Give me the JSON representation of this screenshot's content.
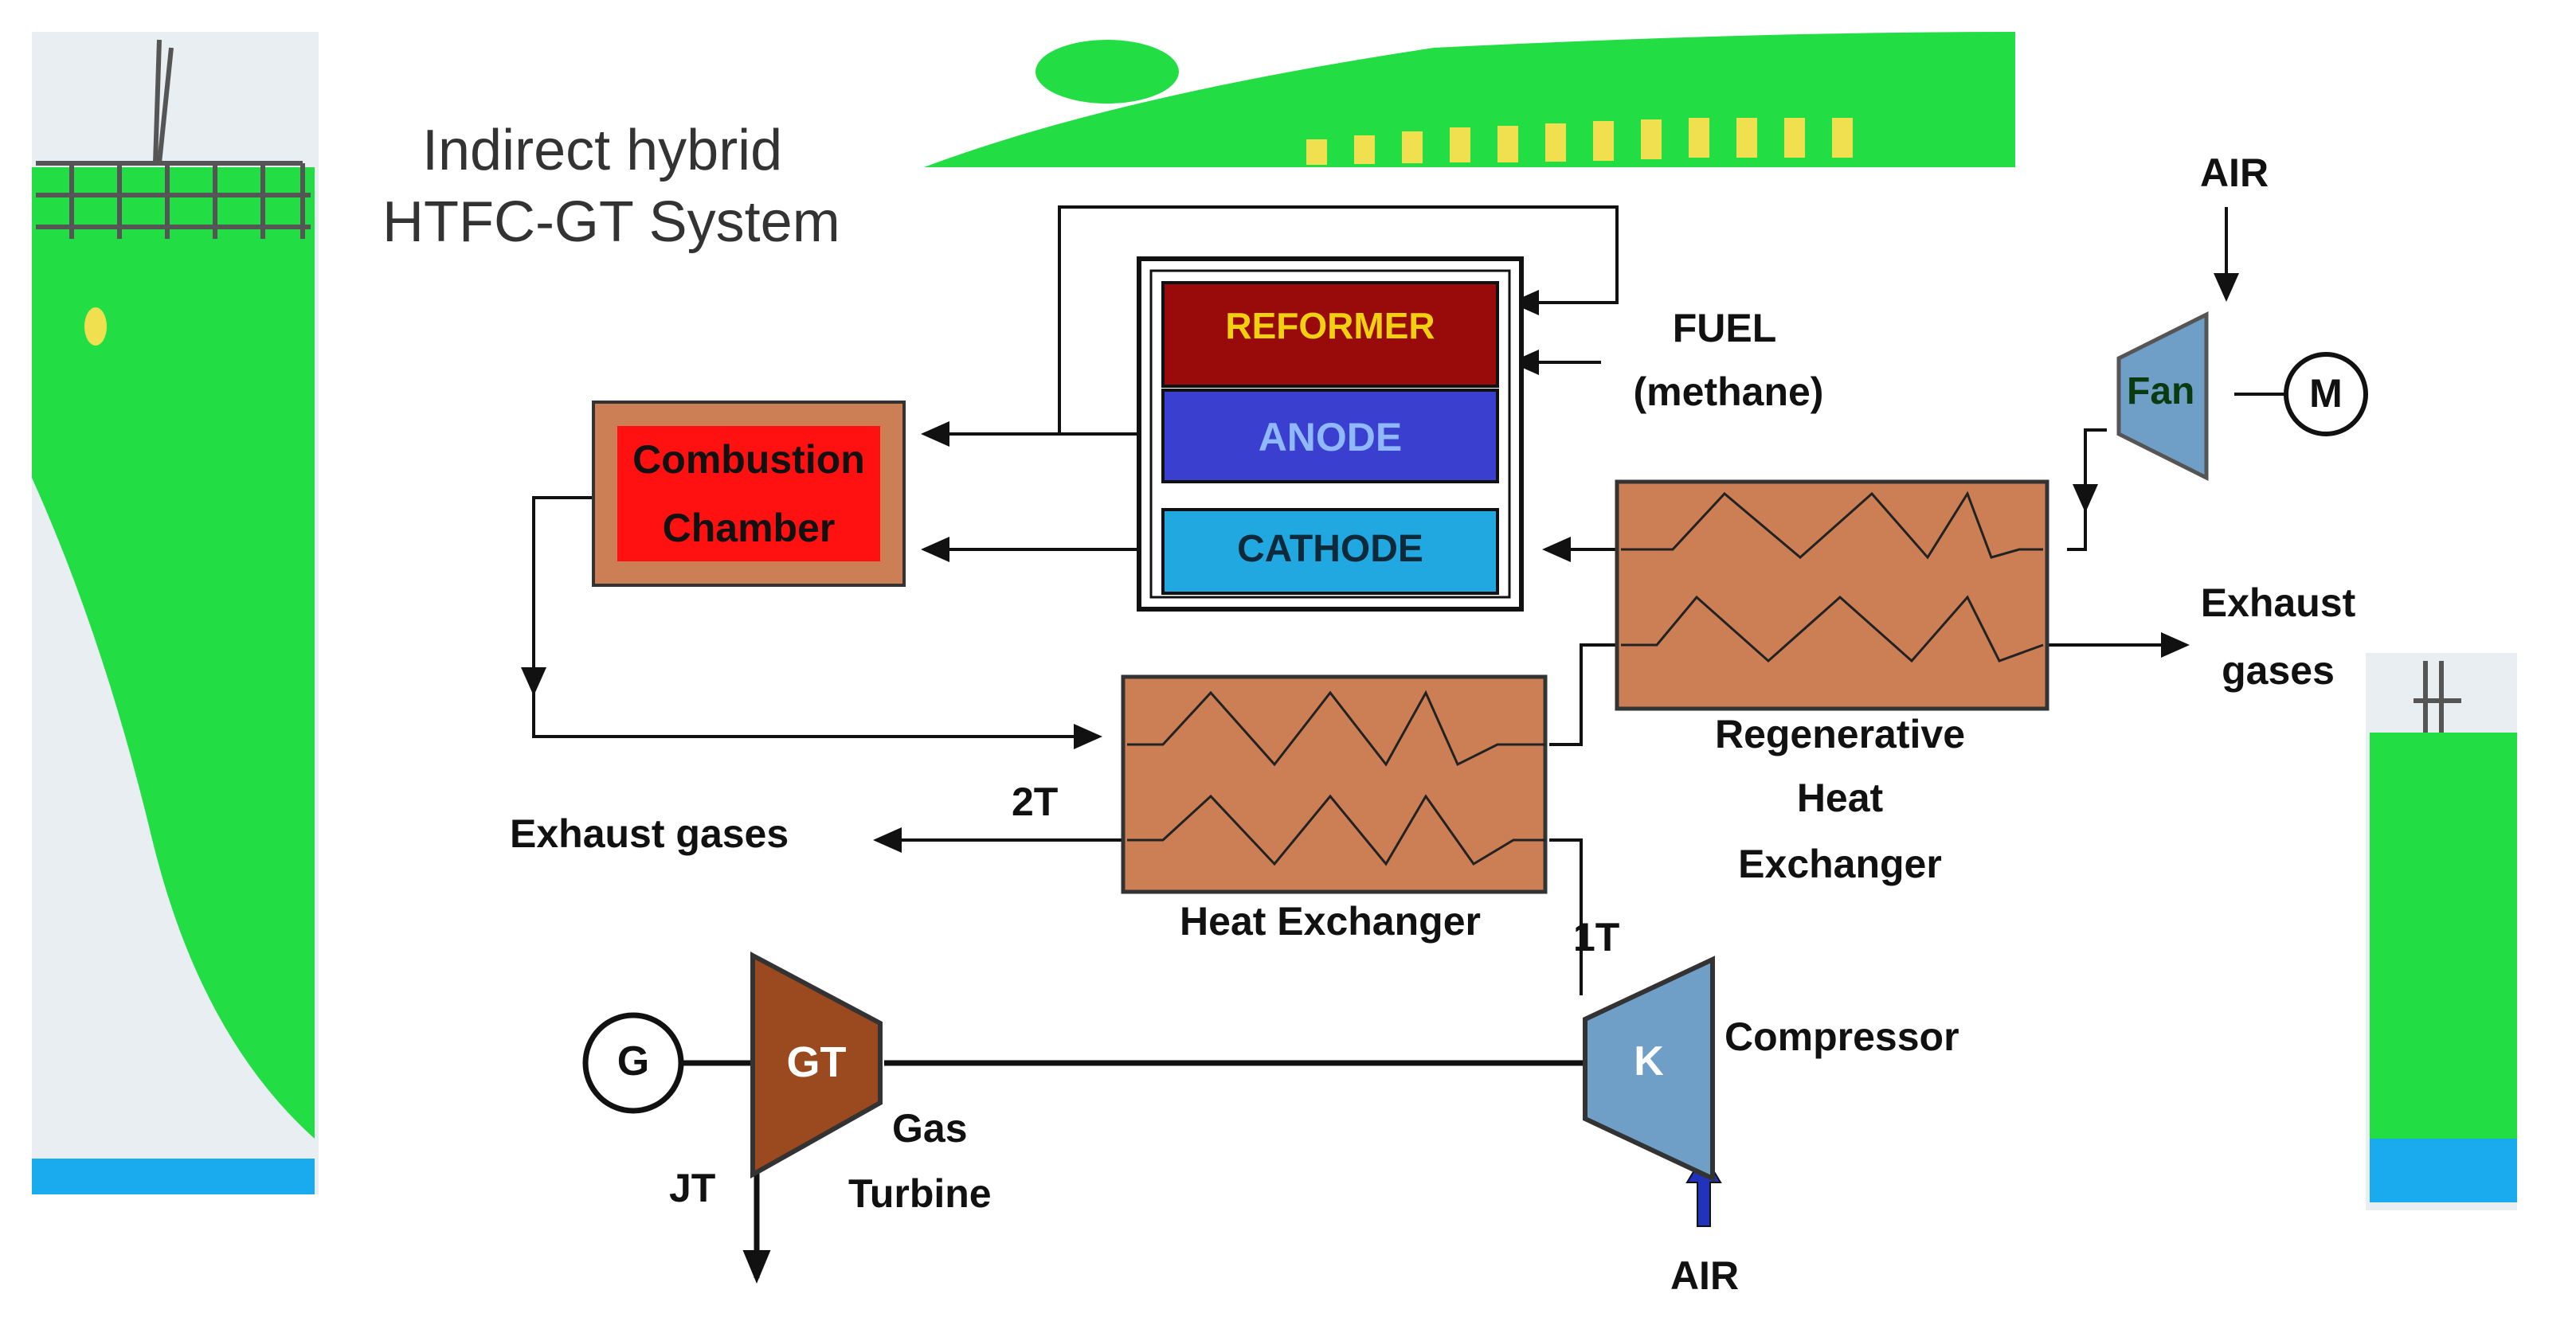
{
  "title": {
    "line1": "Indirect hybrid",
    "line2": "HTFC-GT System"
  },
  "fuel_cell": {
    "reformer": "REFORMER",
    "anode": "ANODE",
    "cathode": "CATHODE"
  },
  "fuel": {
    "line1": "FUEL",
    "line2": "(methane)"
  },
  "combustion": {
    "line1": "Combustion",
    "line2": "Chamber"
  },
  "fan": {
    "label": "Fan",
    "motor": "M",
    "air": "AIR"
  },
  "regen": {
    "line1": "Regenerative",
    "line2": "Heat",
    "line3": "Exchanger"
  },
  "exhaust_right": {
    "line1": "Exhaust",
    "line2": "gases"
  },
  "heat_exchanger": {
    "label": "Heat Exchanger"
  },
  "exhaust_left": {
    "label": "Exhaust gases"
  },
  "points": {
    "t2": "2T",
    "t1": "1T",
    "jt": "JT"
  },
  "generator": {
    "label": "G"
  },
  "gas_turbine": {
    "label": "GT",
    "line1": "Gas",
    "line2": "Turbine"
  },
  "compressor": {
    "label": "K",
    "name": "Compressor",
    "air": "AIR"
  },
  "colors": {
    "ship_green": "#22dd44",
    "ship_sky": "#e8eef2",
    "water": "#1aaaee",
    "hx_fill": "#cc7f55",
    "reformer": "#990a0a",
    "anode": "#3a3fcf",
    "cathode": "#22a8e0",
    "combustion_outer": "#cc7f55",
    "combustion_inner": "#ff1111",
    "turbine_fill": "#9a4a1e",
    "compressor_fill": "#6f9fc6",
    "reformer_text": "#f0d010",
    "anode_text": "#8fb8ff"
  }
}
